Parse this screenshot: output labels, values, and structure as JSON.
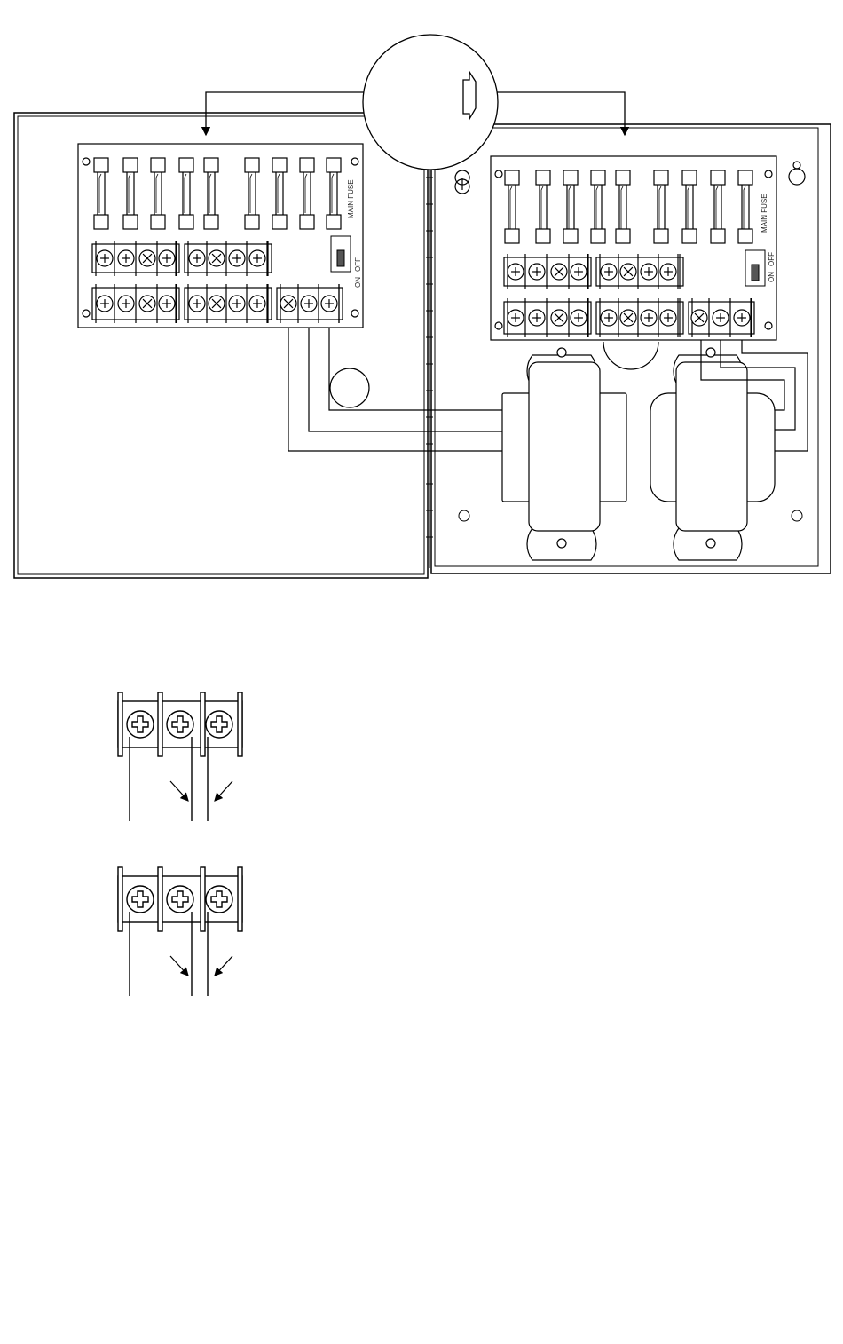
{
  "panels": {
    "left": {
      "main_fuse_label": "MAIN FUSE",
      "switch": {
        "on_label": "ON",
        "off_label": "OFF"
      }
    },
    "right": {
      "main_fuse_label": "MAIN FUSE",
      "switch": {
        "on_label": "ON",
        "off_label": "OFF"
      }
    }
  },
  "icons": {
    "zoom_callout": "magnifier-circle",
    "terminal_screw": "phillips-screw",
    "fuse": "cartridge-fuse",
    "arrow": "arrow"
  },
  "colors": {
    "stroke": "#000000",
    "background": "#ffffff"
  }
}
